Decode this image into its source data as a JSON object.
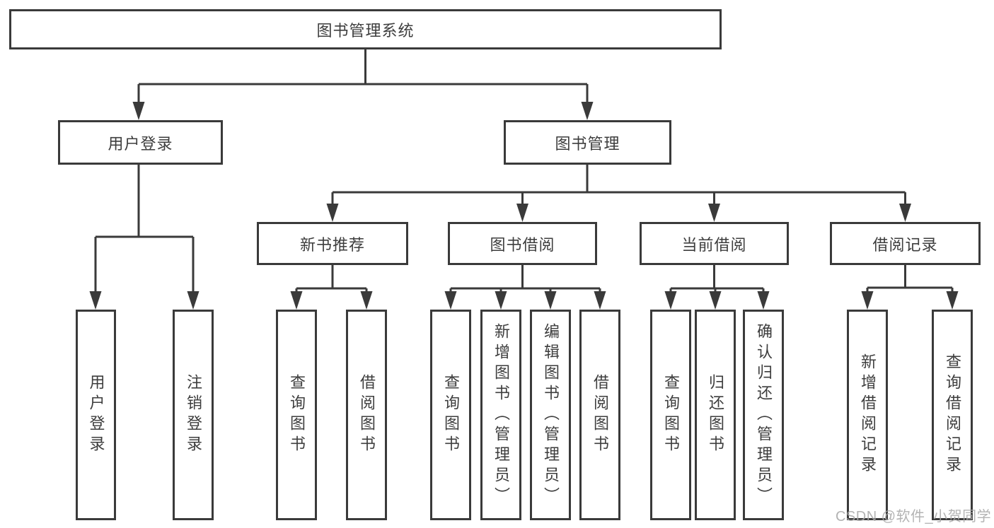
{
  "tree": {
    "root": {
      "label": "图书管理系统"
    },
    "branches": [
      {
        "label": "用户登录",
        "children": [
          {
            "label": "用户登录"
          },
          {
            "label": "注销登录"
          }
        ]
      },
      {
        "label": "图书管理",
        "sections": [
          {
            "label": "新书推荐",
            "children": [
              {
                "label": "查询图书"
              },
              {
                "label": "借阅图书"
              }
            ]
          },
          {
            "label": "图书借阅",
            "children": [
              {
                "label": "查询图书"
              },
              {
                "label": "新增图书（管理员）"
              },
              {
                "label": "编辑图书（管理员）"
              },
              {
                "label": "借阅图书"
              }
            ]
          },
          {
            "label": "当前借阅",
            "children": [
              {
                "label": "查询图书"
              },
              {
                "label": "归还图书"
              },
              {
                "label": "确认归还（管理员）"
              }
            ]
          },
          {
            "label": "借阅记录",
            "children": [
              {
                "label": "新增借阅记录"
              },
              {
                "label": "查询借阅记录"
              }
            ]
          }
        ]
      }
    ]
  },
  "watermark": {
    "text": "CSDN @软件_小贺同学"
  },
  "colors": {
    "line": "#3a3a3a",
    "text": "#3d3d3d",
    "background": "#ffffff",
    "watermark": "#a8a8a8"
  }
}
